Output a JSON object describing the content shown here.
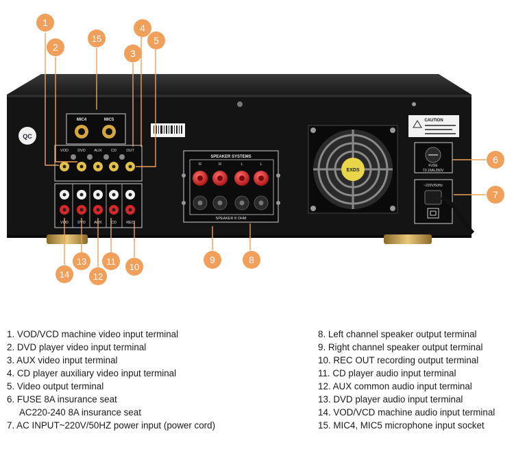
{
  "panel": {
    "qc_label": "QC",
    "mic_jacks": [
      "MIC4",
      "MIC5"
    ],
    "video_jacks": [
      "VOD",
      "DVD",
      "AUX",
      "CD",
      "OUT"
    ],
    "audio_jacks": [
      "VOD",
      "DVD",
      "AUX",
      "CD",
      "REC"
    ],
    "speaker_title": "SPEAKER SYSTEMS",
    "speaker_channels": [
      "R",
      "R",
      "L",
      "L"
    ],
    "speaker_ohm": "SPEAKER 8 OHM",
    "fan_brand": "EXDS",
    "caution": "CAUTION",
    "fuse_label": "FUSE",
    "fuse_rating": "T3.15AL250V",
    "power_label": "~220V/50Hz"
  },
  "callouts": [
    "1",
    "2",
    "3",
    "4",
    "5",
    "6",
    "7",
    "8",
    "9",
    "10",
    "11",
    "12",
    "13",
    "14",
    "15"
  ],
  "legend": {
    "left": [
      "1. VOD/VCD machine video input terminal",
      "2. DVD player video input terminal",
      "3. AUX video input terminal",
      "4. CD player auxiliary video input terminal",
      "5. Video output terminal",
      "6. FUSE 8A insurance seat",
      "AC220-240 8A insurance seat",
      "7. AC INPUT~220V/50HZ power input (power cord)"
    ],
    "right": [
      "8. Left channel speaker output terminal",
      "9. Right channel speaker output terminal",
      "10. REC OUT recording output terminal",
      "11. CD player audio input terminal",
      "12. AUX common audio input terminal",
      "13. DVD player audio input terminal",
      "14. VOD/VCD machine audio input terminal",
      "15. MIC4, MIC5 microphone input socket"
    ]
  },
  "colors": {
    "callout": "#f0a05a",
    "chassis": "#1c1c1c",
    "panel": "#101010",
    "gold": "#c9a24a",
    "red_post": "#d62828"
  }
}
